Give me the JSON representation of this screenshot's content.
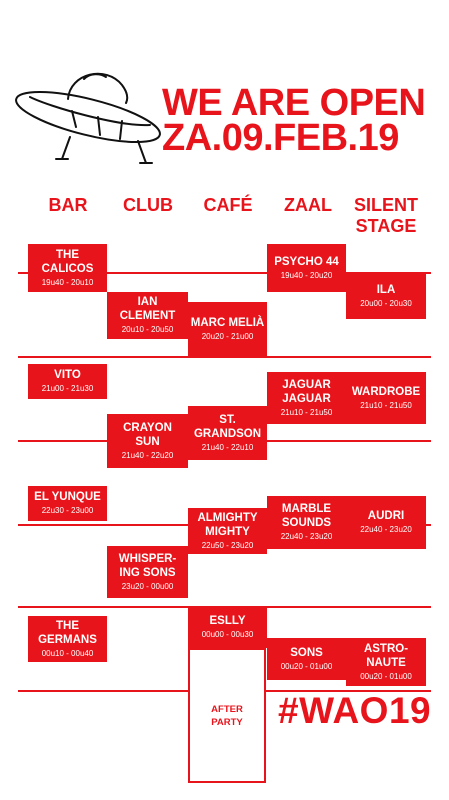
{
  "header": {
    "line1": "WE ARE OPEN",
    "line2": "ZA.09.FEB.19",
    "logo": "ufo-icon"
  },
  "columns": [
    "BAR",
    "CLUB",
    "CAFÉ",
    "ZAAL",
    "SILENT\nSTAGE"
  ],
  "acts": [
    {
      "name": "THE\nCALICOS",
      "time": "19u40 - 20u10"
    },
    {
      "name": "PSYCHO 44",
      "time": "19u40 - 20u20"
    },
    {
      "name": "ILA",
      "time": "20u00 - 20u30"
    },
    {
      "name": "IAN\nCLEMENT",
      "time": "20u10 - 20u50"
    },
    {
      "name": "MARC MELIÀ",
      "time": "20u20 - 21u00"
    },
    {
      "name": "VITO",
      "time": "21u00 - 21u30"
    },
    {
      "name": "JAGUAR\nJAGUAR",
      "time": "21u10 - 21u50"
    },
    {
      "name": "WARDROBE",
      "time": "21u10 - 21u50"
    },
    {
      "name": "CRAYON\nSUN",
      "time": "21u40 - 22u20"
    },
    {
      "name": "ST.\nGRANDSON",
      "time": "21u40 - 22u10"
    },
    {
      "name": "EL YUNQUE",
      "time": "22u30 - 23u00"
    },
    {
      "name": "MARBLE\nSOUNDS",
      "time": "22u40 - 23u20"
    },
    {
      "name": "AUDRI",
      "time": "22u40 - 23u20"
    },
    {
      "name": "ALMIGHTY\nMIGHTY",
      "time": "22u50 - 23u20"
    },
    {
      "name": "WHISPER-\nING SONS",
      "time": "23u20 - 00u00"
    },
    {
      "name": "ESLLY",
      "time": "00u00 - 00u30"
    },
    {
      "name": "THE\nGERMANS",
      "time": "00u10 - 00u40"
    },
    {
      "name": "SONS",
      "time": "00u20 - 01u00"
    },
    {
      "name": "ASTRO-\nNAUTE",
      "time": "00u20 - 01u00"
    }
  ],
  "after_party": "AFTER\nPARTY",
  "hashtag": "#WAO19",
  "colors": {
    "accent": "#e8141b",
    "background": "#ffffff"
  }
}
